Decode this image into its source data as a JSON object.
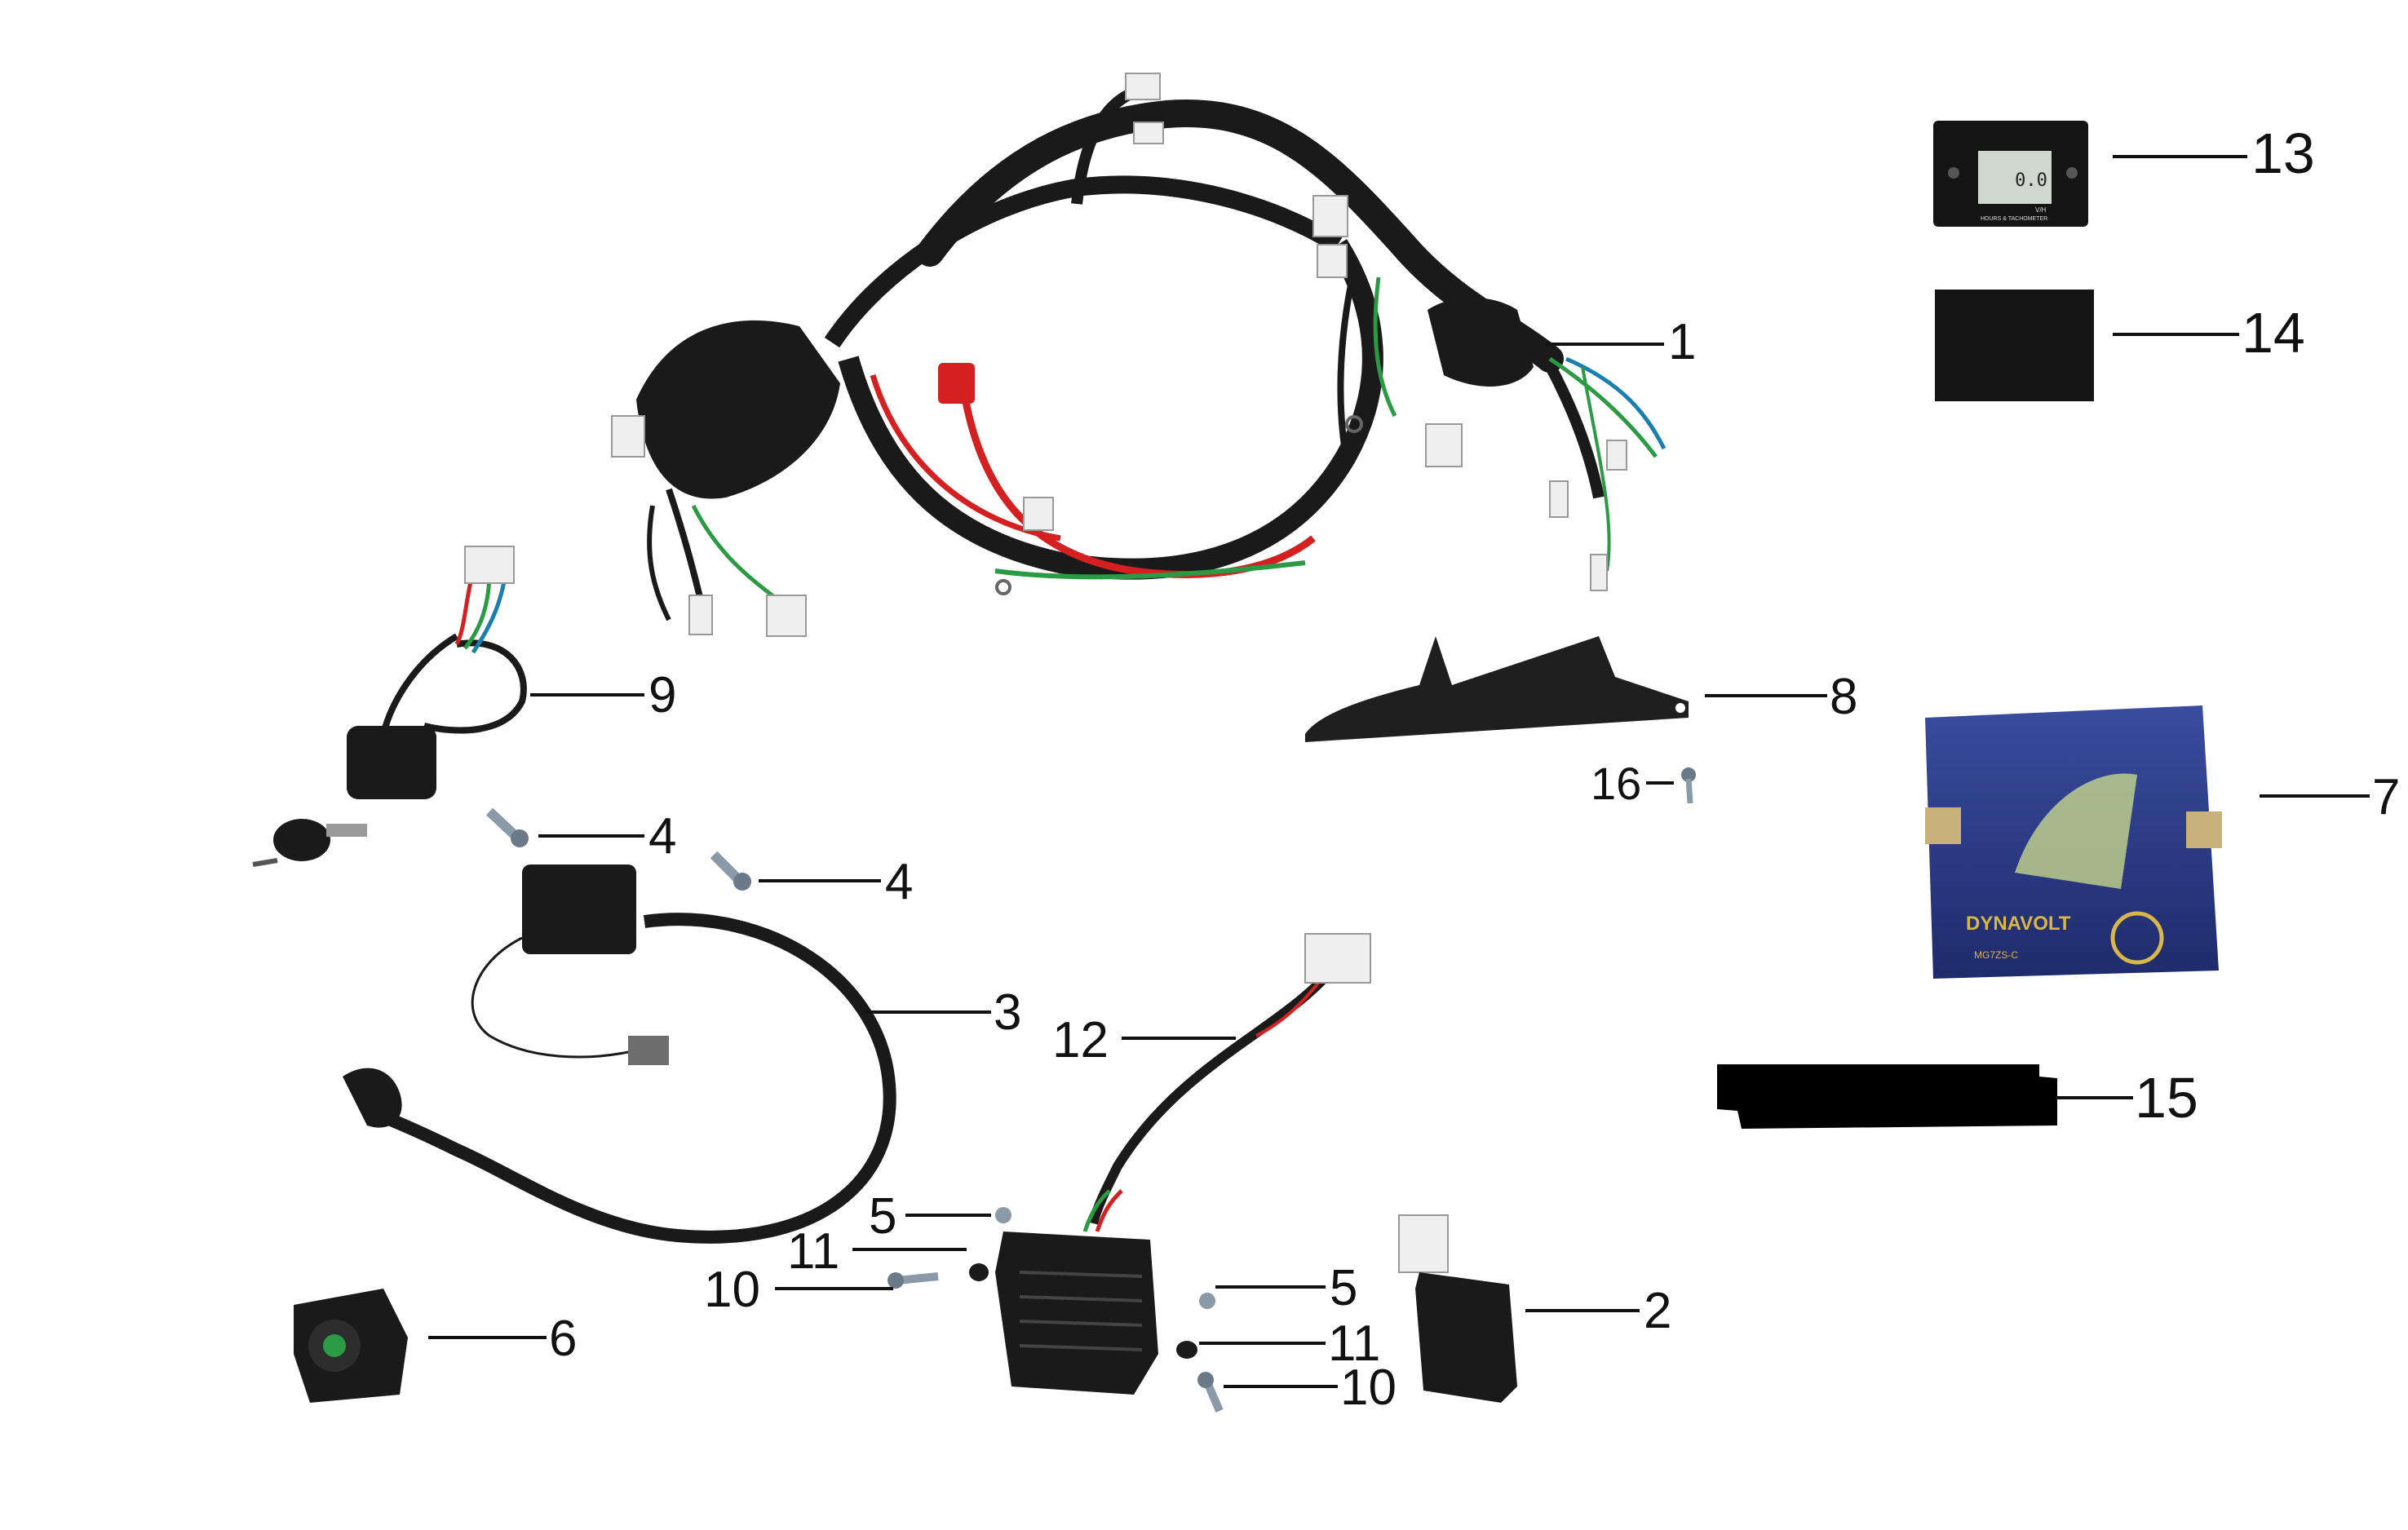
{
  "callouts": [
    {
      "id": "c1",
      "text": "1"
    },
    {
      "id": "c2",
      "text": "2"
    },
    {
      "id": "c3",
      "text": "3"
    },
    {
      "id": "c4a",
      "text": "4"
    },
    {
      "id": "c4b",
      "text": "4"
    },
    {
      "id": "c5a",
      "text": "5"
    },
    {
      "id": "c5b",
      "text": "5"
    },
    {
      "id": "c6",
      "text": "6"
    },
    {
      "id": "c7",
      "text": "7"
    },
    {
      "id": "c8",
      "text": "8"
    },
    {
      "id": "c9",
      "text": "9"
    },
    {
      "id": "c10a",
      "text": "10"
    },
    {
      "id": "c10b",
      "text": "10"
    },
    {
      "id": "c11a",
      "text": "11"
    },
    {
      "id": "c11b",
      "text": "11"
    },
    {
      "id": "c12",
      "text": "12"
    },
    {
      "id": "c13",
      "text": "13"
    },
    {
      "id": "c14",
      "text": "14"
    },
    {
      "id": "c15",
      "text": "15"
    },
    {
      "id": "c16",
      "text": "16"
    }
  ],
  "hour_meter": {
    "display": "0.0",
    "caption": "HOURS & TACHOMETER",
    "unit": "V/H"
  },
  "battery": {
    "brand": "DYNAVOLT",
    "model": "MG7ZS-C"
  },
  "colors": {
    "wire_black": "#1a1a1a",
    "wire_red": "#d42020",
    "wire_green": "#2a9a45",
    "battery_blue": "#2a3a86",
    "connector_white": "#efefef"
  }
}
